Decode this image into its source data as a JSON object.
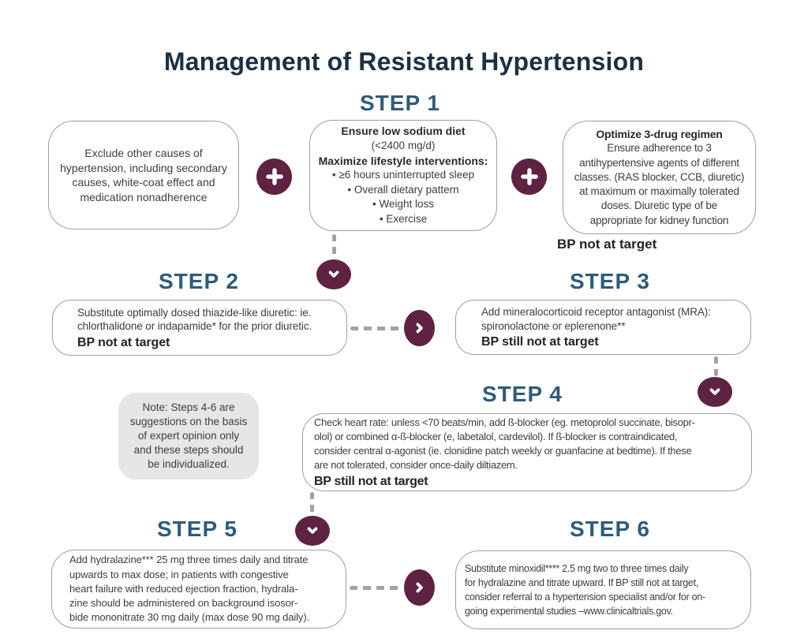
{
  "title": "Management of Resistant Hypertension",
  "palette": {
    "navy": "#1C3044",
    "steel_blue": "#2E5B7A",
    "maroon": "#5E2242",
    "note_gray": "#E4E6E7"
  },
  "icons": {
    "plus": "plus-icon",
    "chevron_down": "chevron-down-icon",
    "chevron_right": "chevron-right-icon"
  },
  "step1": {
    "heading": "STEP 1",
    "box_exclude": {
      "text": "Exclude other causes of\nhypertension, including secondary\ncauses, white-coat effect and\nmedication nonadherence"
    },
    "box_lifestyle": {
      "title": "Ensure low sodium diet",
      "subtitle": "(<2400 mg/d)",
      "title2": "Maximize lifestyle interventions:",
      "bullets": [
        "• ≥6 hours uninterrupted sleep",
        "• Overall dietary pattern",
        "• Weight loss",
        "• Exercise"
      ]
    },
    "box_optimize": {
      "title": "Optimize 3-drug regimen",
      "text": "Ensure adherence to 3\nantihypertensive agents of different\nclasses. (RAS blocker, CCB, diuretic)\nat maximum or maximally tolerated\ndoses. Diuretic type of be\nappropriate for kidney function"
    },
    "bp_status": "BP not at target"
  },
  "step2": {
    "heading": "STEP 2",
    "text": "Substitute optimally dosed thiazide-like diuretic: ie.\nchlorthalidone or indapamide* for the prior diuretic.",
    "bp_status": "BP not at target"
  },
  "step3": {
    "heading": "STEP 3",
    "text": "Add mineralocorticoid receptor antagonist (MRA):\nspironolactone or eplerenone**",
    "bp_status": "BP still not at target"
  },
  "note": {
    "text": "Note: Steps 4-6 are\nsuggestions on the basis\nof expert opinion only\nand these steps should\nbe individualized."
  },
  "step4": {
    "heading": "STEP 4",
    "text": "Check heart rate: unless <70 beats/min, add ß-blocker (eg. metoprolol succinate, bisopr-\nolol) or combined α-ß-blocker (e, labetalol, cardevilol). If ß-blocker is contraindicated,\nconsider central α-agonist (ie. clonidine patch weekly or guanfacine at bedtime). If these\nare not tolerated, consider once-daily diltiazem.",
    "bp_status": "BP still not at target"
  },
  "step5": {
    "heading": "STEP 5",
    "text": "Add hydralazine*** 25 mg three times daily and titrate\nupwards to max dose; in patients with congestive\nheart failure with reduced ejection fraction, hydrala-\nzine should be administered on background isosor-\nbide mononitrate 30 mg daily (max dose 90 mg daily)."
  },
  "step6": {
    "heading": "STEP 6",
    "text": "Substitute minoxidil**** 2.5 mg two to three times daily\nfor hydralazine and titrate upward. If BP still not at target,\nconsider referral to a hypertension specialist and/or for on-\ngoing experimental studies –www.clinicaltrials.gov."
  }
}
